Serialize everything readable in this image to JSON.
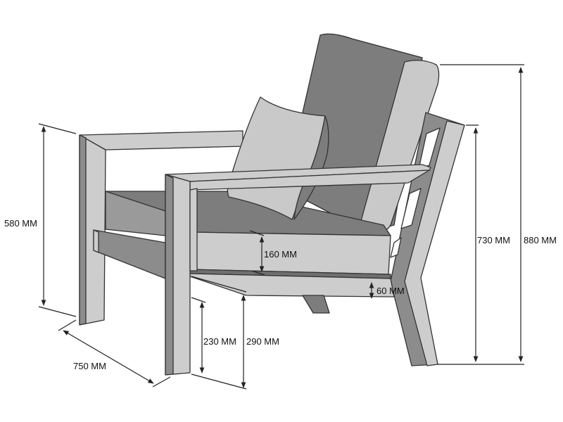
{
  "dimensions": {
    "overall_height": "880 MM",
    "back_frame_height": "730 MM",
    "armrest_height": "580 MM",
    "seat_cushion_thickness": "160 MM",
    "frame_rail_thickness": "60 MM",
    "seat_frame_height": "290 MM",
    "ground_clearance": "230 MM",
    "depth": "750 MM"
  },
  "colors": {
    "frame_face": "#cdcdcd",
    "frame_side": "#8c8c8c",
    "frame_dark": "#6f6f6f",
    "cushion_light": "#c9c9c9",
    "cushion_dark": "#7d7d7d",
    "outline": "#333333"
  }
}
